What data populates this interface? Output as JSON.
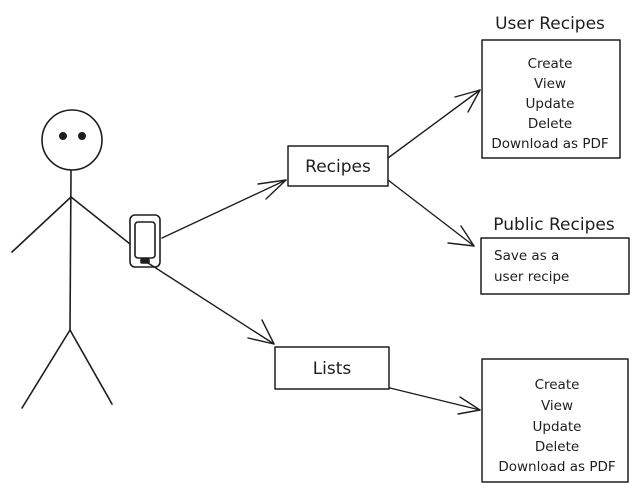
{
  "nodes": {
    "recipes": {
      "label": "Recipes"
    },
    "lists": {
      "label": "Lists"
    },
    "user_recipes": {
      "title": "User Recipes",
      "items": [
        "Create",
        "View",
        "Update",
        "Delete",
        "Download as PDF"
      ]
    },
    "public_recipes": {
      "title": "Public Recipes",
      "items": [
        "Save as a",
        "user recipe"
      ]
    },
    "list_actions": {
      "items": [
        "Create",
        "View",
        "Update",
        "Delete",
        "Download as PDF"
      ]
    }
  },
  "edges": [
    {
      "from": "phone",
      "to": "recipes"
    },
    {
      "from": "phone",
      "to": "lists"
    },
    {
      "from": "recipes",
      "to": "user_recipes"
    },
    {
      "from": "recipes",
      "to": "public_recipes"
    },
    {
      "from": "lists",
      "to": "list_actions"
    }
  ],
  "icons": {
    "actor": "stick-figure-icon",
    "device": "smartphone-icon"
  },
  "colors": {
    "ink": "#1e1e1e",
    "background": "#ffffff"
  }
}
